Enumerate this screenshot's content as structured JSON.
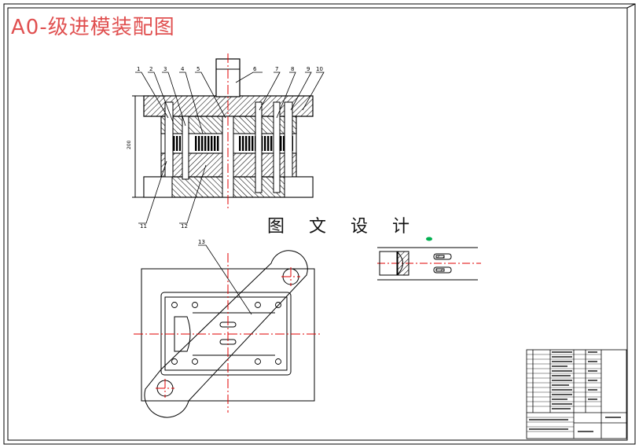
{
  "title": "A0-级进模装配图",
  "watermark": "图 文 设 计",
  "part_numbers": [
    "1",
    "2",
    "3",
    "4",
    "5",
    "6",
    "7",
    "8",
    "9",
    "10",
    "11",
    "12",
    "13"
  ],
  "colors": {
    "title": "#e05050",
    "centerline": "#e00000",
    "line": "#000000",
    "hatch": "#000000",
    "green_mark": "#00b050"
  }
}
